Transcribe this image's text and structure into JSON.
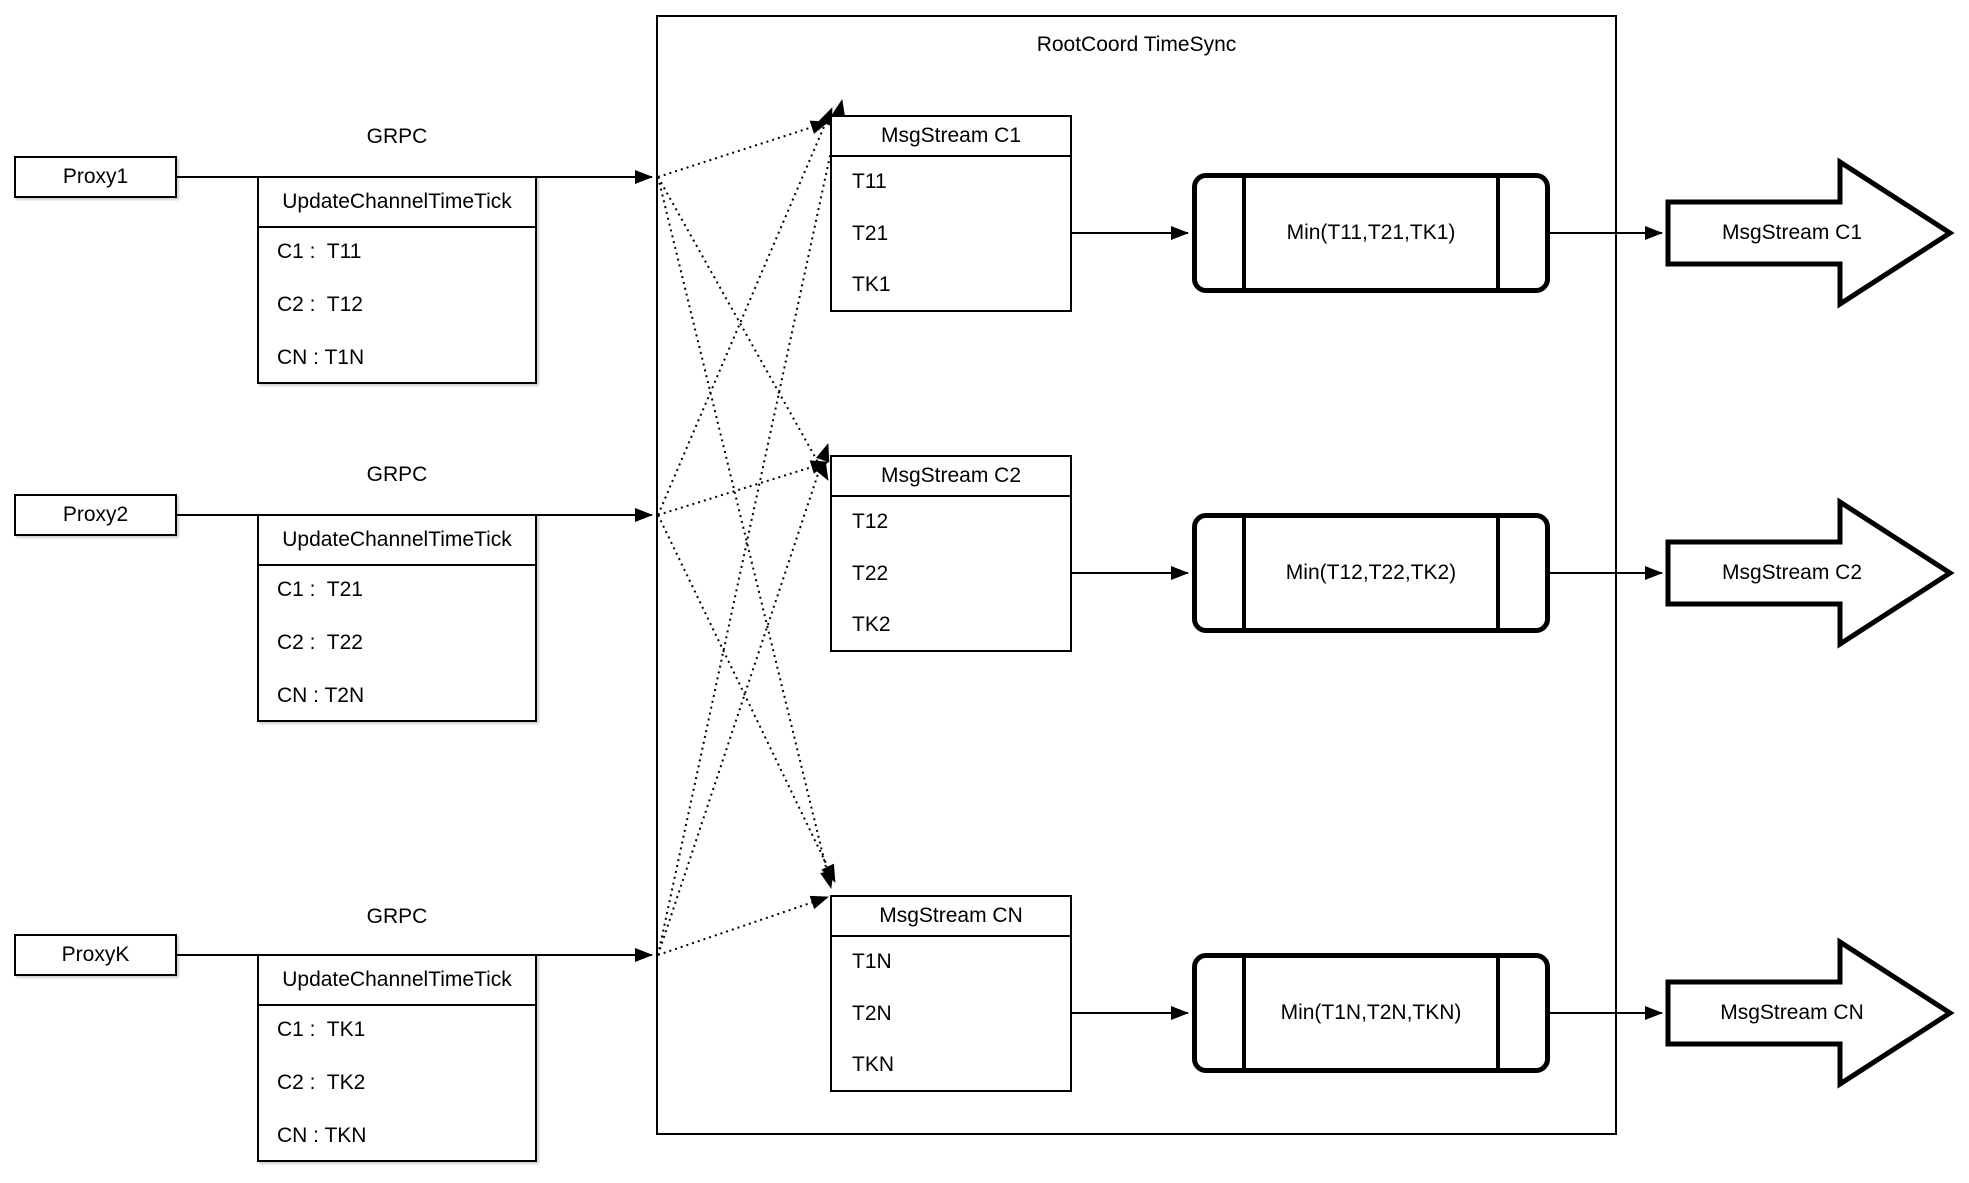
{
  "diagram": {
    "title": "RootCoord TimeSync",
    "colors": {
      "ink": "#000000",
      "paper": "#ffffff"
    },
    "proxies": [
      {
        "name": "Proxy1",
        "grpc_label": "GRPC",
        "table_header": "UpdateChannelTimeTick",
        "rows": [
          "C1 :  T11",
          "C2 :  T12",
          "CN : T1N"
        ]
      },
      {
        "name": "Proxy2",
        "grpc_label": "GRPC",
        "table_header": "UpdateChannelTimeTick",
        "rows": [
          "C1 :  T21",
          "C2 :  T22",
          "CN : T2N"
        ]
      },
      {
        "name": "ProxyK",
        "grpc_label": "GRPC",
        "table_header": "UpdateChannelTimeTick",
        "rows": [
          "C1 :  TK1",
          "C2 :  TK2",
          "CN : TKN"
        ]
      }
    ],
    "streams": [
      {
        "table_header": "MsgStream C1",
        "rows": [
          "T11",
          "T21",
          "TK1"
        ],
        "min_label": "Min(T11,T21,TK1)",
        "out_label": "MsgStream C1"
      },
      {
        "table_header": "MsgStream C2",
        "rows": [
          "T12",
          "T22",
          "TK2"
        ],
        "min_label": "Min(T12,T22,TK2)",
        "out_label": "MsgStream C2"
      },
      {
        "table_header": "MsgStream CN",
        "rows": [
          "T1N",
          "T2N",
          "TKN"
        ],
        "min_label": "Min(T1N,T2N,TKN)",
        "out_label": "MsgStream CN"
      }
    ]
  }
}
